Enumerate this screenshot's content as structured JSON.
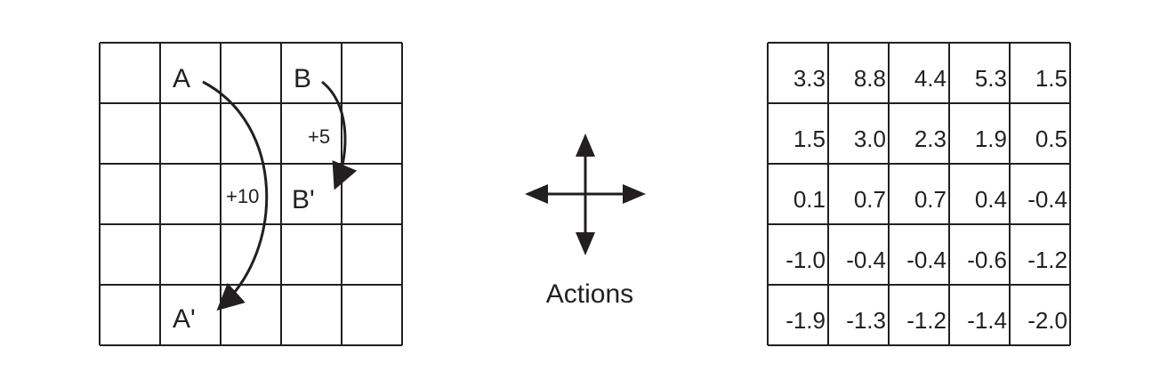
{
  "gridworld": {
    "labels": {
      "A": "A",
      "B": "B",
      "A_prime": "A'",
      "B_prime": "B'"
    },
    "rewards": {
      "A_to_A_prime": "+10",
      "B_to_B_prime": "+5"
    }
  },
  "actions": {
    "label": "Actions"
  },
  "value_table": {
    "rows": [
      [
        "3.3",
        "8.8",
        "4.4",
        "5.3",
        "1.5"
      ],
      [
        "1.5",
        "3.0",
        "2.3",
        "1.9",
        "0.5"
      ],
      [
        "0.1",
        "0.7",
        "0.7",
        "0.4",
        "-0.4"
      ],
      [
        "-1.0",
        "-0.4",
        "-0.4",
        "-0.6",
        "-1.2"
      ],
      [
        "-1.9",
        "-1.3",
        "-1.2",
        "-1.4",
        "-2.0"
      ]
    ]
  },
  "colors": {
    "ink": "#231f20",
    "background": "#ffffff"
  }
}
